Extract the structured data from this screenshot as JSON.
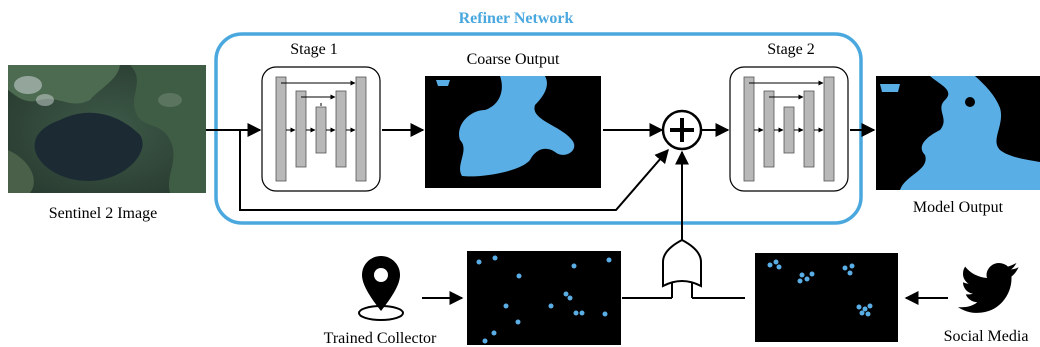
{
  "title": "Refiner Network",
  "labels": {
    "stage1": "Stage 1",
    "stage2": "Stage 2",
    "coarse_output": "Coarse Output",
    "input": "Sentinel 2 Image",
    "model_output": "Model Output",
    "trained_collector": "Trained Collector",
    "social_media": "Social Media"
  },
  "icons": {
    "plus_operator": "circled-plus",
    "or_gate": "or-gate",
    "location_pin": "map-pin",
    "twitter": "twitter-bird"
  },
  "colors": {
    "accent": "#4aa8df",
    "water": "#5aaee6",
    "dark": "#000000",
    "unet_block": "#b8b8b8"
  }
}
